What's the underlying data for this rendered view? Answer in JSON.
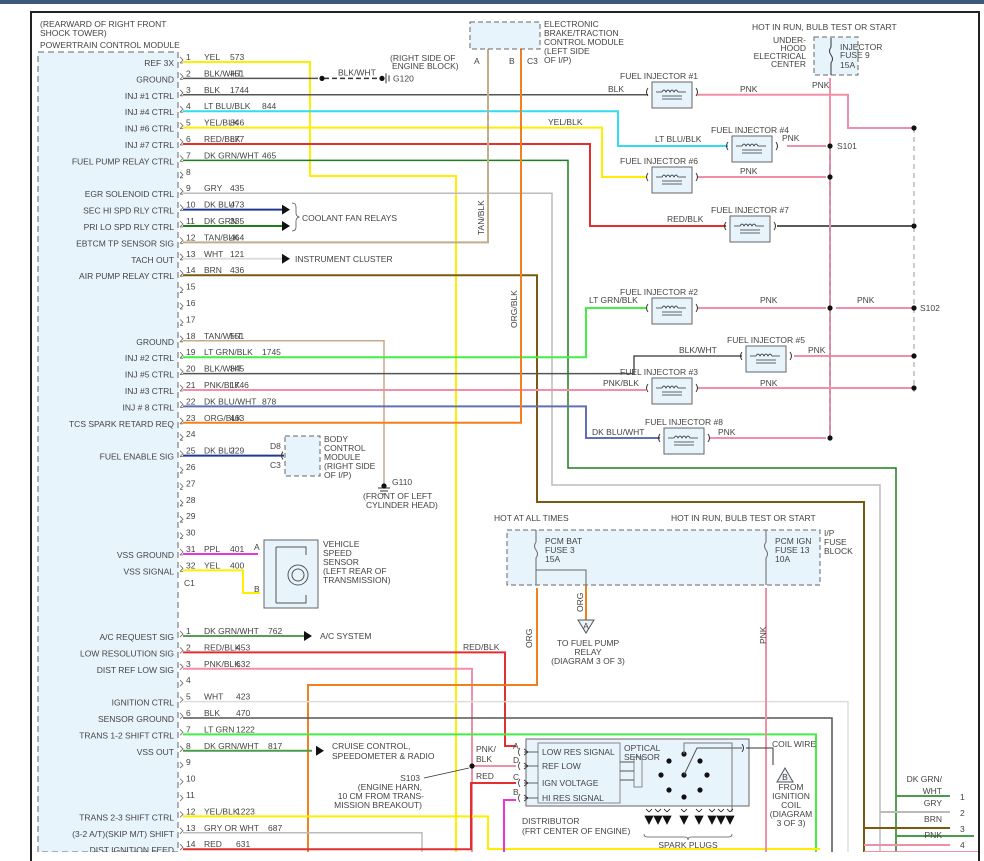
{
  "title_block": {
    "location_line1": "(REARWARD OF RIGHT FRONT",
    "location_line2": "SHOCK TOWER)",
    "module_name": "POWERTRAIN CONTROL MODULE"
  },
  "colors": {
    "YEL": "#ffee00",
    "BLK": "#555555",
    "BLK_DASH": "#333333",
    "LT_BLU": "#33ddee",
    "RED": "#e03030",
    "DK_GRN": "#1e7d1e",
    "GRY": "#bbbbbb",
    "DK_BLU": "#1f3a8f",
    "TAN": "#c2ae8a",
    "WHT": "#dddddd",
    "BRN": "#7a5a10",
    "LT_GRN": "#44ee44",
    "PNK": "#f090a8",
    "DK_BLU_WHT": "#6070b0",
    "ORG": "#f08020",
    "PPL": "#ee33dd",
    "DK_GRN_WHT": "#4a9c4a",
    "module_fill": "#e8f4fc"
  },
  "connector_c2": {
    "pins": [
      {
        "num": "1",
        "label": "REF 3X",
        "wire": "YEL",
        "circuit": "573",
        "color": "YEL"
      },
      {
        "num": "2",
        "label": "GROUND",
        "wire": "BLK/WHT",
        "circuit": "451",
        "color": "BLK"
      },
      {
        "num": "3",
        "label": "INJ #1 CTRL",
        "wire": "BLK",
        "circuit": "1744",
        "color": "BLK"
      },
      {
        "num": "4",
        "label": "INJ #4 CTRL",
        "wire": "LT BLU/BLK",
        "circuit": "844",
        "color": "LT_BLU"
      },
      {
        "num": "5",
        "label": "INJ #6 CTRL",
        "wire": "YEL/BLK",
        "circuit": "846",
        "color": "YEL"
      },
      {
        "num": "6",
        "label": "INJ #7 CTRL",
        "wire": "RED/BLK",
        "circuit": "877",
        "color": "RED"
      },
      {
        "num": "7",
        "label": "FUEL PUMP RELAY CTRL",
        "wire": "DK GRN/WHT",
        "circuit": "465",
        "color": "DK_GRN"
      },
      {
        "num": "8",
        "label": "",
        "wire": "",
        "circuit": "",
        "color": ""
      },
      {
        "num": "9",
        "label": "EGR SOLENOID CTRL",
        "wire": "GRY",
        "circuit": "435",
        "color": "GRY"
      },
      {
        "num": "10",
        "label": "SEC HI SPD RLY CTRL",
        "wire": "DK BLU",
        "circuit": "473",
        "color": "DK_BLU"
      },
      {
        "num": "11",
        "label": "PRI LO SPD RLY CTRL",
        "wire": "DK GRN",
        "circuit": "335",
        "color": "DK_GRN"
      },
      {
        "num": "12",
        "label": "EBTCM TP SENSOR SIG",
        "wire": "TAN/BLK",
        "circuit": "464",
        "color": "TAN"
      },
      {
        "num": "13",
        "label": "TACH OUT",
        "wire": "WHT",
        "circuit": "121",
        "color": "WHT"
      },
      {
        "num": "14",
        "label": "AIR PUMP RELAY CTRL",
        "wire": "BRN",
        "circuit": "436",
        "color": "BRN"
      },
      {
        "num": "15",
        "label": "",
        "wire": "",
        "circuit": "",
        "color": ""
      },
      {
        "num": "16",
        "label": "",
        "wire": "",
        "circuit": "",
        "color": ""
      },
      {
        "num": "17",
        "label": "",
        "wire": "",
        "circuit": "",
        "color": ""
      },
      {
        "num": "18",
        "label": "GROUND",
        "wire": "TAN/WHT",
        "circuit": "551",
        "color": "TAN"
      },
      {
        "num": "19",
        "label": "INJ #2 CTRL",
        "wire": "LT GRN/BLK",
        "circuit": "1745",
        "color": "LT_GRN"
      },
      {
        "num": "20",
        "label": "INJ #5 CTRL",
        "wire": "BLK/WHT",
        "circuit": "845",
        "color": "BLK"
      },
      {
        "num": "21",
        "label": "INJ #3 CTRL",
        "wire": "PNK/BLK",
        "circuit": "1746",
        "color": "PNK"
      },
      {
        "num": "22",
        "label": "INJ # 8 CTRL",
        "wire": "DK BLU/WHT",
        "circuit": "878",
        "color": "DK_BLU_WHT"
      },
      {
        "num": "23",
        "label": "TCS SPARK RETARD REQ",
        "wire": "ORG/BLK",
        "circuit": "463",
        "color": "ORG"
      },
      {
        "num": "24",
        "label": "",
        "wire": "",
        "circuit": "",
        "color": ""
      },
      {
        "num": "25",
        "label": "FUEL ENABLE SIG",
        "wire": "DK BLU",
        "circuit": "229",
        "color": "DK_BLU"
      },
      {
        "num": "26",
        "label": "",
        "wire": "",
        "circuit": "",
        "color": ""
      },
      {
        "num": "27",
        "label": "",
        "wire": "",
        "circuit": "",
        "color": ""
      },
      {
        "num": "28",
        "label": "",
        "wire": "",
        "circuit": "",
        "color": ""
      },
      {
        "num": "29",
        "label": "",
        "wire": "",
        "circuit": "",
        "color": ""
      },
      {
        "num": "30",
        "label": "",
        "wire": "",
        "circuit": "",
        "color": ""
      },
      {
        "num": "31",
        "label": "VSS GROUND",
        "wire": "PPL",
        "circuit": "401",
        "color": "PPL"
      },
      {
        "num": "32",
        "label": "VSS SIGNAL",
        "wire": "YEL",
        "circuit": "400",
        "color": "YEL"
      }
    ],
    "connector_id": "C1"
  },
  "connector_c1": {
    "pins": [
      {
        "num": "1",
        "label": "A/C REQUEST SIG",
        "wire": "DK GRN/WHT",
        "circuit": "762",
        "color": "DK_GRN"
      },
      {
        "num": "2",
        "label": "LOW RESOLUTION SIG",
        "wire": "RED/BLK",
        "circuit": "453",
        "color": "RED"
      },
      {
        "num": "3",
        "label": "DIST REF LOW SIG",
        "wire": "PNK/BLK",
        "circuit": "632",
        "color": "PNK"
      },
      {
        "num": "4",
        "label": "",
        "wire": "",
        "circuit": "",
        "color": ""
      },
      {
        "num": "5",
        "label": "IGNITION CTRL",
        "wire": "WHT",
        "circuit": "423",
        "color": "WHT"
      },
      {
        "num": "6",
        "label": "SENSOR GROUND",
        "wire": "BLK",
        "circuit": "470",
        "color": "BLK"
      },
      {
        "num": "7",
        "label": "TRANS 1-2 SHIFT CTRL",
        "wire": "LT GRN",
        "circuit": "1222",
        "color": "LT_GRN"
      },
      {
        "num": "8",
        "label": "VSS OUT",
        "wire": "DK GRN/WHT",
        "circuit": "817",
        "color": "DK_GRN_WHT"
      },
      {
        "num": "9",
        "label": "",
        "wire": "",
        "circuit": "",
        "color": ""
      },
      {
        "num": "10",
        "label": "",
        "wire": "",
        "circuit": "",
        "color": ""
      },
      {
        "num": "11",
        "label": "",
        "wire": "",
        "circuit": "",
        "color": ""
      },
      {
        "num": "12",
        "label": "TRANS 2-3 SHIFT CTRL",
        "wire": "YEL/BLK",
        "circuit": "1223",
        "color": "YEL"
      },
      {
        "num": "13",
        "label": "(3-2 A/T)(SKIP M/T) SHIFT",
        "wire": "GRY OR WHT",
        "circuit": "687",
        "color": "GRY"
      },
      {
        "num": "14",
        "label": "DIST IGNITION FEED",
        "wire": "RED",
        "circuit": "631",
        "color": "RED"
      }
    ]
  },
  "components": {
    "ground_g120": {
      "wire": "BLK/WHT",
      "id": "G120",
      "location1": "(RIGHT SIDE OF",
      "location2": "ENGINE BLOCK)"
    },
    "ebtcm": {
      "line1": "ELECTRONIC",
      "line2": "BRAKE/TRACTION",
      "line3": "CONTROL MODULE",
      "line4": "(LEFT SIDE",
      "line5": "OF I/P)",
      "pin_a": "A",
      "pin_b": "B",
      "connector": "C3"
    },
    "underhood": {
      "header": "HOT IN RUN, BULB TEST OR START",
      "name1": "UNDER-",
      "name2": "HOOD",
      "name3": "ELECTRICAL",
      "name4": "CENTER",
      "fuse1": "INJECTOR",
      "fuse2": "FUSE 9",
      "fuse3": "15A",
      "out_wire": "PNK"
    },
    "coolant_fan": "COOLANT FAN RELAYS",
    "instrument_cluster": "INSTRUMENT CLUSTER",
    "wire_labels": {
      "tan_blk": "TAN/BLK",
      "org_blk": "ORG/BLK",
      "yel_blk": "YEL/BLK",
      "blk": "BLK",
      "pnk": "PNK",
      "lt_blu_blk": "LT BLU/BLK",
      "red_blk": "RED/BLK",
      "lt_grn_blk": "LT GRN/BLK",
      "blk_wht": "BLK/WHT",
      "pnk_blk": "PNK/BLK",
      "dk_blu_wht": "DK BLU/WHT",
      "org": "ORG",
      "red": "RED",
      "pnk_blk_split1": "PNK/",
      "pnk_blk_split2": "BLK"
    },
    "injectors": [
      {
        "name": "FUEL INJECTOR #1"
      },
      {
        "name": "FUEL INJECTOR #4"
      },
      {
        "name": "FUEL INJECTOR #6"
      },
      {
        "name": "FUEL INJECTOR #7"
      },
      {
        "name": "FUEL INJECTOR #2"
      },
      {
        "name": "FUEL INJECTOR #5"
      },
      {
        "name": "FUEL INJECTOR #3"
      },
      {
        "name": "FUEL INJECTOR #8"
      }
    ],
    "splices": {
      "s101": "S101",
      "s102": "S102",
      "s103": "S103",
      "s103_loc1": "(ENGINE HARN,",
      "s103_loc2": "10 CM FROM TRANS-",
      "s103_loc3": "MISSION BREAKOUT)"
    },
    "bcm": {
      "line1": "BODY",
      "line2": "CONTROL",
      "line3": "MODULE",
      "line4": "(RIGHT SIDE",
      "line5": "OF I/P)",
      "pin": "D8",
      "connector": "C3"
    },
    "ground_g110": {
      "id": "G110",
      "loc1": "(FRONT OF LEFT",
      "loc2": "CYLINDER HEAD)"
    },
    "vss": {
      "line1": "VEHICLE",
      "line2": "SPEED",
      "line3": "SENSOR",
      "line4": "(LEFT REAR OF",
      "line5": "TRANSMISSION)",
      "pin_a": "A",
      "pin_b": "B"
    },
    "fuse_block": {
      "hot_all": "HOT AT ALL TIMES",
      "hot_run": "HOT IN RUN, BULB TEST OR START",
      "fuse3_1": "PCM BAT",
      "fuse3_2": "FUSE 3",
      "fuse3_3": "15A",
      "fuse13_1": "PCM IGN",
      "fuse13_2": "FUSE 13",
      "fuse13_3": "10A",
      "name1": "I/P",
      "name2": "FUSE",
      "name3": "BLOCK"
    },
    "fuel_pump_relay": {
      "marker": "A",
      "line1": "TO FUEL PUMP",
      "line2": "RELAY",
      "line3": "(DIAGRAM 3 OF 3)"
    },
    "ac_system": "A/C SYSTEM",
    "cruise": {
      "line1": "CRUISE CONTROL,",
      "line2": "SPEEDOMETER & RADIO"
    },
    "distributor": {
      "pin_a": "A",
      "pin_d": "D",
      "pin_c": "C",
      "pin_b": "B",
      "sig1": "LOW RES SIGNAL",
      "sig2": "REF LOW",
      "sig3": "IGN VOLTAGE",
      "sig4": "HI RES SIGNAL",
      "optical1": "OPTICAL",
      "optical2": "SENSOR",
      "name1": "DISTRIBUTOR",
      "name2": "(FRT CENTER OF ENGINE)",
      "spark_plugs": "SPARK PLUGS"
    },
    "coil": {
      "wire": "COIL WIRE",
      "marker": "B",
      "line1": "FROM",
      "line2": "IGNITION",
      "line3": "COIL",
      "line4": "(DIAGRAM",
      "line5": "3 OF 3)"
    },
    "right_connector": [
      {
        "num": "1",
        "wire1": "DK GRN/",
        "wire2": "WHT"
      },
      {
        "num": "2",
        "wire1": "GRY"
      },
      {
        "num": "3",
        "wire1": "BRN"
      },
      {
        "num": "4",
        "wire1": "PNK"
      }
    ]
  }
}
